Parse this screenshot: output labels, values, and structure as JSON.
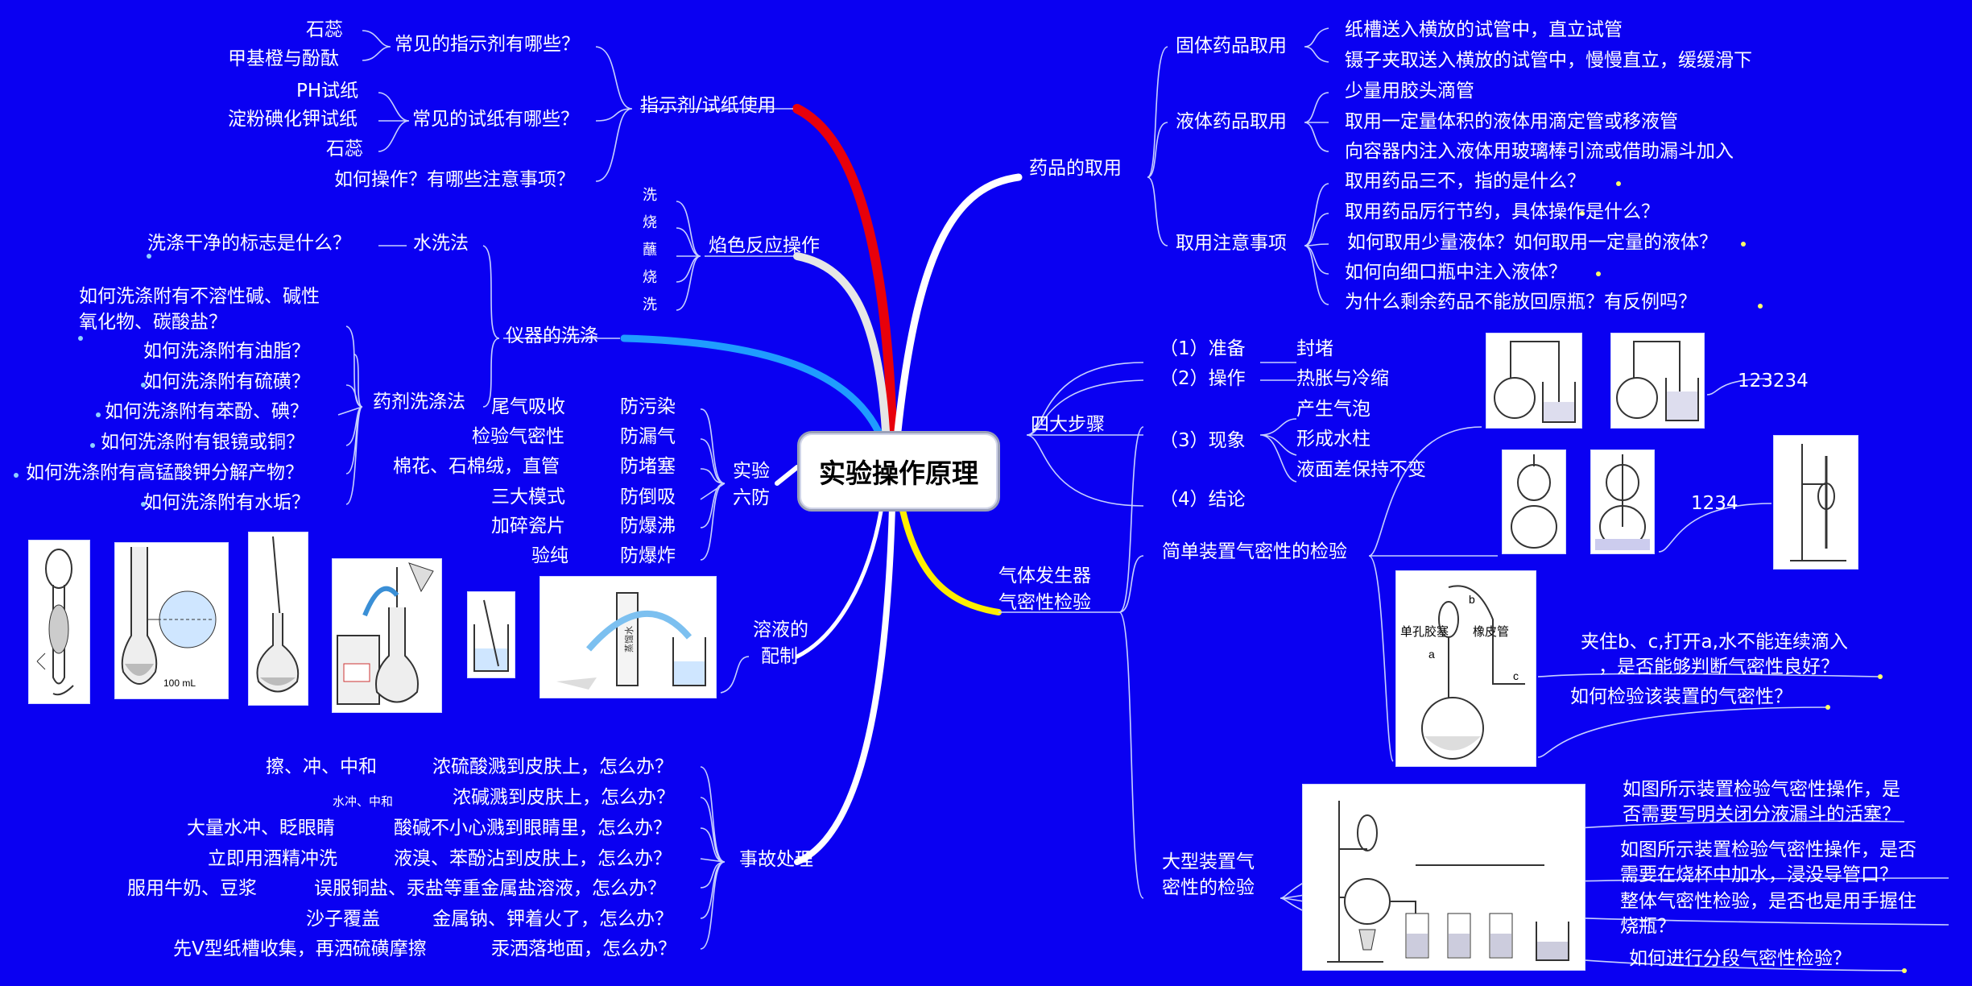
{
  "center": "实验操作原理",
  "left": {
    "indicator": {
      "title": "指示剂/试纸使用",
      "q1": {
        "text": "常见的指示剂有哪些？",
        "items": [
          "石蕊",
          "甲基橙与酚酞"
        ]
      },
      "q2": {
        "text": "常见的试纸有哪些？",
        "items": [
          "PH试纸",
          "淀粉碘化钾试纸",
          "石蕊"
        ]
      },
      "q3": "如何操作？有哪些注意事项？"
    },
    "flame": {
      "title": "焰色反应操作",
      "steps": [
        "洗",
        "烧",
        "蘸",
        "烧",
        "洗"
      ]
    },
    "wash": {
      "title": "仪器的洗涤",
      "water": {
        "title": "水洗法",
        "q": "洗涤干净的标志是什么？"
      },
      "reagent": {
        "title": "药剂洗涤法",
        "items": [
          "如何洗涤附有不溶性碱、碱性",
          "氧化物、碳酸盐？",
          "如何洗涤附有油脂？",
          "如何洗涤附有硫磺？",
          "如何洗涤附有苯酚、碘？",
          "如何洗涤附有银镜或铜？",
          "如何洗涤附有高锰酸钾分解产物？",
          "如何洗涤附有水垢？"
        ]
      }
    },
    "six": {
      "title_line1": "实验",
      "title_line2": "六防",
      "rows": [
        {
          "left": "尾气吸收",
          "right": "防污染"
        },
        {
          "left": "检验气密性",
          "right": "防漏气"
        },
        {
          "left": "棉花、石棉绒，直管",
          "right": "防堵塞"
        },
        {
          "left": "三大模式",
          "right": "防倒吸"
        },
        {
          "left": "加碎瓷片",
          "right": "防爆沸"
        },
        {
          "left": "验纯",
          "right": "防爆炸"
        }
      ]
    },
    "solution": {
      "title_line1": "溶液的",
      "title_line2": "配制",
      "flask_label": "100 mL",
      "cylinder_label": "蒸馏水"
    },
    "accident": {
      "title": "事故处理",
      "rows": [
        {
          "q": "浓硫酸溅到皮肤上，怎么办？",
          "a": "擦、冲、中和"
        },
        {
          "q": "浓碱溅到皮肤上，怎么办？",
          "a": "水冲、中和"
        },
        {
          "q": "酸碱不小心溅到眼睛里，怎么办？",
          "a": "大量水冲、眨眼睛"
        },
        {
          "q": "液溴、苯酚沾到皮肤上，怎么办？",
          "a": "立即用酒精冲洗"
        },
        {
          "q": "误服铜盐、汞盐等重金属盐溶液，怎么办？",
          "a": "服用牛奶、豆浆"
        },
        {
          "q": "金属钠、钾着火了，怎么办？",
          "a": "沙子覆盖"
        },
        {
          "q": "汞洒落地面，怎么办？",
          "a": "先V型纸槽收集，再洒硫磺摩擦"
        }
      ]
    }
  },
  "right": {
    "drugs": {
      "title": "药品的取用",
      "solid": {
        "title": "固体药品取用",
        "items": [
          "纸槽送入横放的试管中，直立试管",
          "镊子夹取送入横放的试管中，慢慢直立，缓缓滑下"
        ]
      },
      "liquid": {
        "title": "液体药品取用",
        "items": [
          "少量用胶头滴管",
          "取用一定量体积的液体用滴定管或移液管",
          "向容器内注入液体用玻璃棒引流或借助漏斗加入"
        ]
      },
      "notes": {
        "title": "取用注意事项",
        "items": [
          "取用药品三不，指的是什么？",
          "取用药品厉行节约，具体操作是什么？",
          "如何取用少量液体？如何取用一定量的液体？",
          "如何向细口瓶中注入液体？",
          "为什么剩余药品不能放回原瓶？有反例吗？"
        ]
      }
    },
    "gas": {
      "title_line1": "气体发生器",
      "title_line2": "气密性检验",
      "steps": {
        "title": "四大步骤",
        "rows": [
          {
            "step": "（1）准备",
            "detail": [
              "封堵"
            ]
          },
          {
            "step": "（2）操作",
            "detail": [
              "热胀与冷缩"
            ]
          },
          {
            "step": "（3）现象",
            "detail": [
              "产生气泡",
              "形成水柱",
              "液面差保持不变"
            ]
          },
          {
            "step": "（4）结论",
            "detail": []
          }
        ]
      },
      "simple": {
        "title": "简单装置气密性的检验",
        "label1": "123234",
        "label2": "1234",
        "apparatus_labels": [
          "单孔胶塞",
          "橡皮管",
          "b",
          "a",
          "c"
        ],
        "q1_line1": "夹住b、c,打开a,水不能连续滴入",
        "q1_line2": "，是否能够判断气密性良好？",
        "q2": "如何检验该装置的气密性？"
      },
      "large": {
        "title_line1": "大型装置气",
        "title_line2": "密性的检验",
        "items": [
          "如图所示装置检验气密性操作，是",
          "否需要写明关闭分液漏斗的活塞？",
          "如图所示装置检验气密性操作，是否",
          "需要在烧杯中加水，浸没导管口？",
          "整体气密性检验，是否也是用手握住",
          "烧瓶？",
          "如何进行分段气密性检验？"
        ]
      }
    }
  },
  "colors": {
    "background": "#0a00f2",
    "branch_red": "#e8000b",
    "branch_white": "#ffffff",
    "branch_cyan": "#1f8fff",
    "branch_yellow": "#ffee00",
    "node_dot": "#ffff66"
  }
}
